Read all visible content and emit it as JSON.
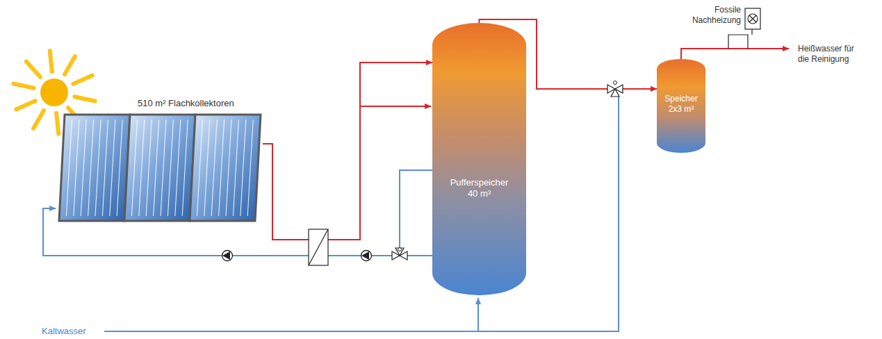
{
  "diagram": {
    "nodes": [
      {
        "text": [
          "510 m² Flachkollektoren"
        ]
      },
      {
        "text": [
          "Pufferspeicher 40 m³"
        ]
      },
      {
        "text": [
          "Speicher 2x3 m³"
        ]
      },
      {
        "text": [
          "Fossile Nachheizung"
        ]
      }
    ],
    "edges": [
      {
        "from": 0,
        "to": 1,
        "arrow": "to"
      },
      {
        "from": 1,
        "to": 0,
        "arrow": "to"
      },
      {
        "from": 1,
        "to": 2,
        "arrow": "to"
      }
    ],
    "labels": [
      "Heißwasser für die Reinigung",
      "Kaltwasser"
    ]
  }
}
